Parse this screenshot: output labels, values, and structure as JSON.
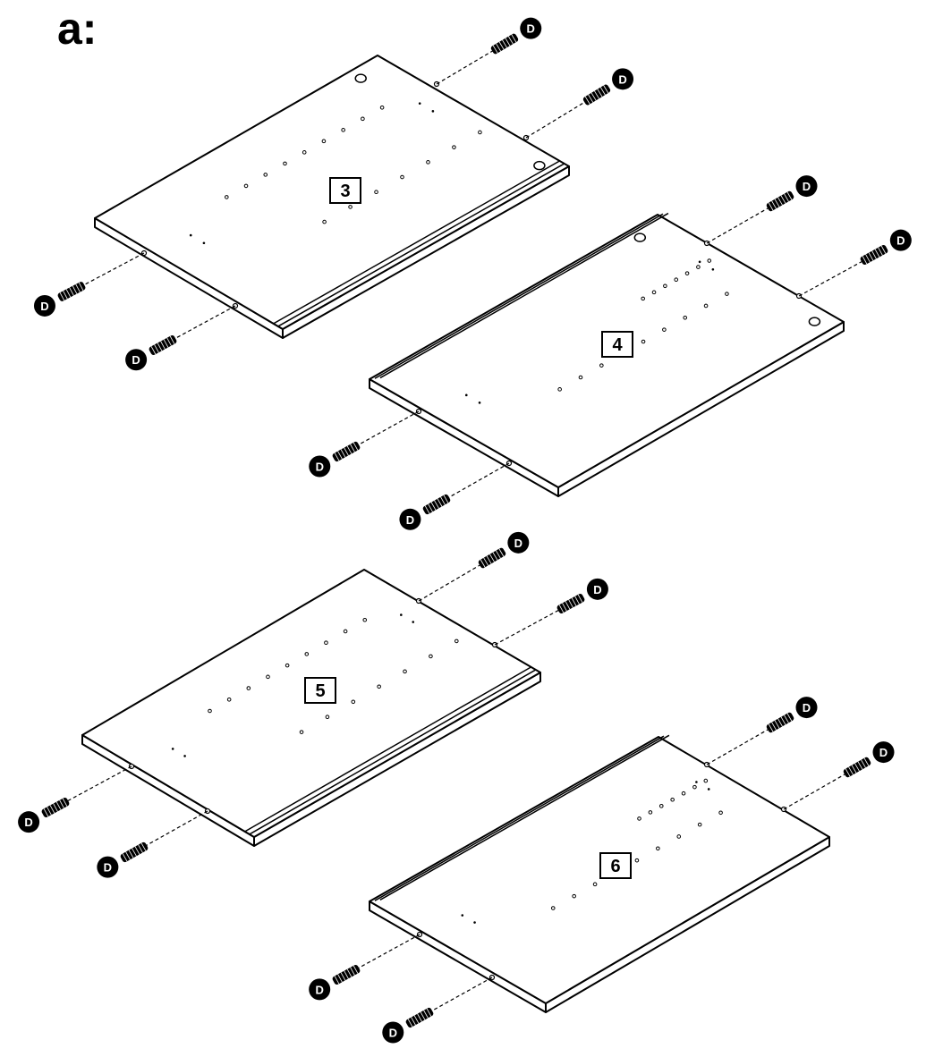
{
  "step": {
    "label": "a:"
  },
  "panels": [
    {
      "number": "3",
      "orientation": "groove-front"
    },
    {
      "number": "4",
      "orientation": "groove-back"
    },
    {
      "number": "5",
      "orientation": "groove-front"
    },
    {
      "number": "6",
      "orientation": "groove-back"
    }
  ],
  "dowel": {
    "label": "D",
    "count_per_panel": 4
  },
  "colors": {
    "line": "#000000",
    "panel_fill": "#ffffff"
  }
}
